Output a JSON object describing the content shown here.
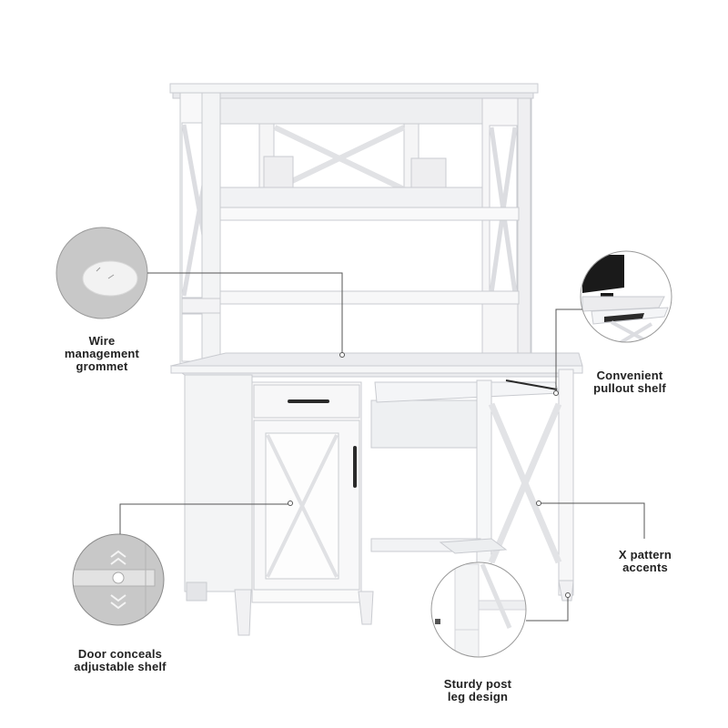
{
  "product": {
    "description": "White writing desk with hutch, X pattern accents",
    "colors": {
      "body": "#f7f7f8",
      "shade": "#e6e7ea",
      "deep_shade": "#d4d6da",
      "outline": "#c9cbd0",
      "handle": "#2a2a2a",
      "callout_line": "#555555",
      "callout_circle_bg": "#c8c8c8"
    }
  },
  "callouts": [
    {
      "id": "grommet",
      "lines": [
        "Wire",
        "management",
        "grommet"
      ]
    },
    {
      "id": "pullout",
      "lines": [
        "Convenient",
        "pullout shelf"
      ]
    },
    {
      "id": "door",
      "lines": [
        "Door conceals",
        "adjustable shelf"
      ]
    },
    {
      "id": "xpattern",
      "lines": [
        "X pattern",
        "accents"
      ]
    },
    {
      "id": "leg",
      "lines": [
        "Sturdy post",
        "leg design"
      ]
    }
  ]
}
